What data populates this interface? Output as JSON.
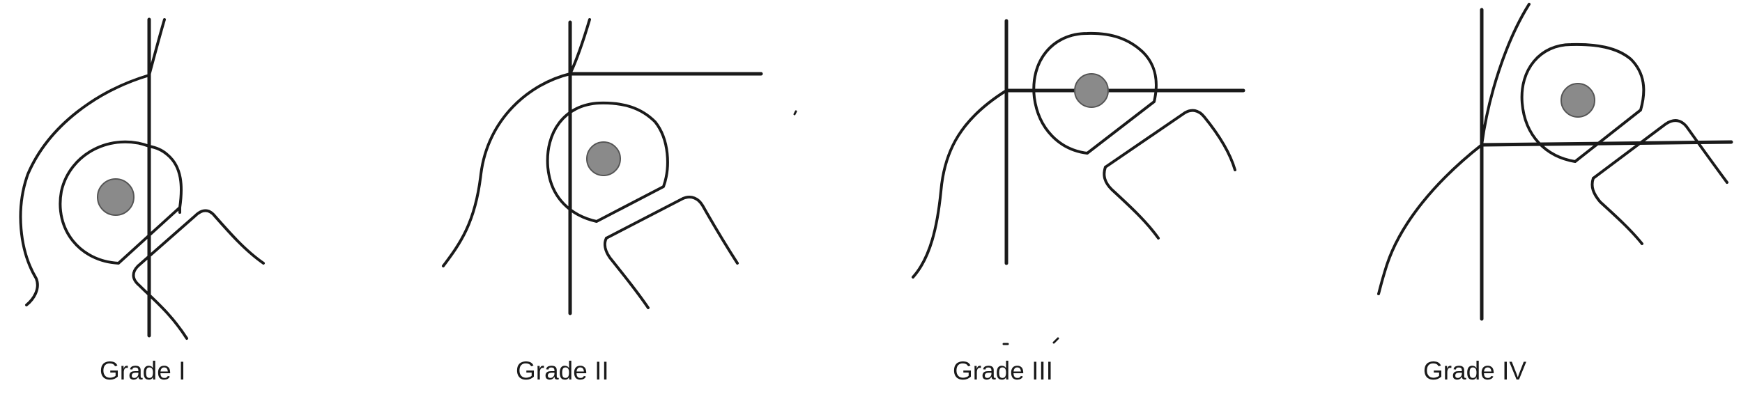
{
  "labels": {
    "grade_1": "Grade I",
    "grade_2": "Grade II",
    "grade_3": "Grade III",
    "grade_4": "Grade IV"
  },
  "colors": {
    "line": "#1a1a1a",
    "femoral_head_center": "#8a8a8a",
    "background": "#ffffff"
  }
}
